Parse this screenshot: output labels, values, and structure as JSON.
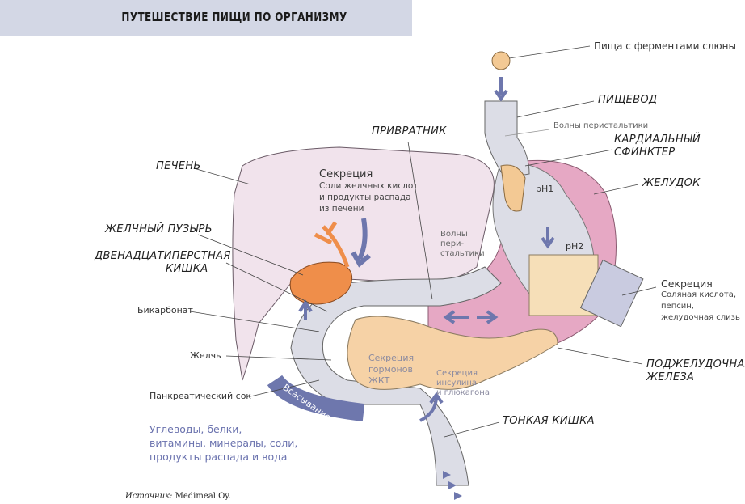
{
  "title": "ПУТЕШЕСТВИЕ ПИЩИ ПО ОРГАНИЗМУ",
  "labels": {
    "food": "Пища с ферментами слюны",
    "esophagus": "ПИЩЕВОД",
    "peristalsis_top": "Волны перистальтики",
    "cardiac_1": "КАРДИАЛЬНЫЙ",
    "cardiac_2": "СФИНКТЕР",
    "stomach": "ЖЕЛУДОК",
    "pylorus": "ПРИВРАТНИК",
    "liver": "ПЕЧЕНЬ",
    "gallbladder": "ЖЕЛЧНЫЙ ПУЗЫРЬ",
    "duodenum_1": "ДВЕНАДЦАТИПЕРСТНАЯ",
    "duodenum_2": "КИШКА",
    "bicarbonate": "Бикарбонат",
    "bile": "Желчь",
    "pancreatic_juice": "Панкреатический сок",
    "absorption": "Всасывание",
    "pancreas_1": "ПОДЖЕЛУДОЧНАЯ",
    "pancreas_2": "ЖЕЛЕЗА",
    "small_intestine": "ТОНКАЯ КИШКА",
    "ph1": "pH1",
    "ph2": "pH2"
  },
  "liver_secretion": {
    "title": "Секреция",
    "lines": [
      "Соли желчных кислот",
      "и продукты распада",
      "из печени"
    ]
  },
  "peristalsis_mid": [
    "Волны",
    "пери-",
    "стальтики"
  ],
  "stomach_secretion": {
    "title": "Секреция",
    "lines": [
      "Соляная кислота,",
      "пепсин,",
      "желудочная слизь"
    ]
  },
  "hormones": [
    "Секреция",
    "гормонов",
    "ЖКТ"
  ],
  "insulin": [
    "Секреция",
    "инсулина",
    "и глюкагона"
  ],
  "nutrients": [
    "Углеводы, белки,",
    "витамины, минералы, соли,",
    "продукты распада и вода"
  ],
  "source": {
    "prefix": "Источник:",
    "text": " Medimeal Oy."
  },
  "colors": {
    "title_bg": "#d3d7e5",
    "liver": "#f1e3ec",
    "stomach": "#e6a8c4",
    "tract": "#dcdde6",
    "food": "#f3c994",
    "bile": "#ef8e4a",
    "arrow": "#6e77ad"
  }
}
